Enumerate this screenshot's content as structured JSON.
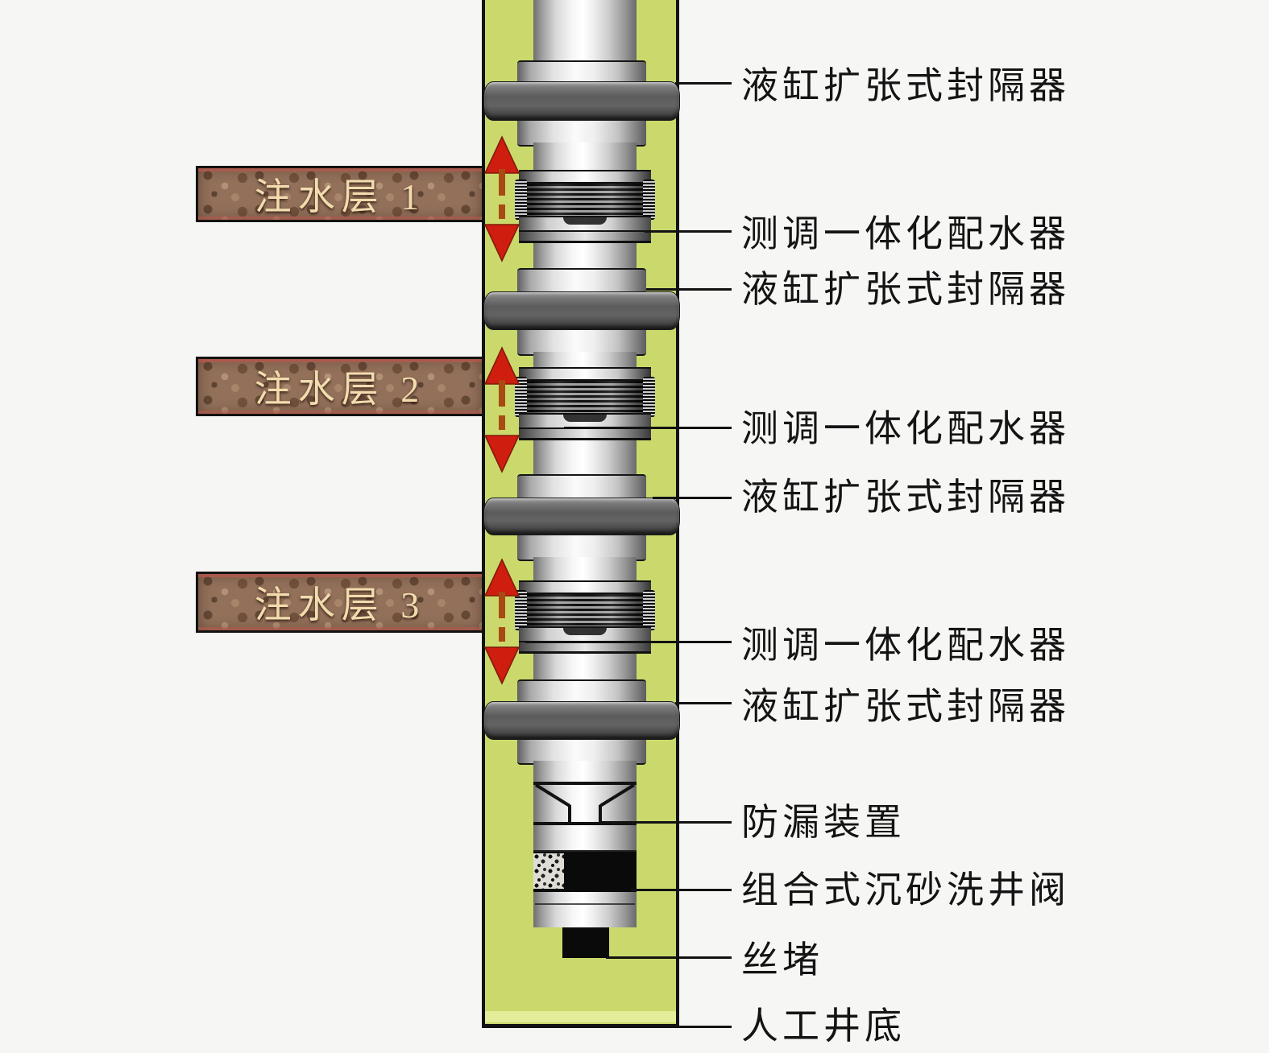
{
  "annotations": {
    "right": [
      {
        "text": "液缸扩张式封隔器"
      },
      {
        "text": "测调一体化配水器"
      },
      {
        "text": "液缸扩张式封隔器"
      },
      {
        "text": "测调一体化配水器"
      },
      {
        "text": "液缸扩张式封隔器"
      },
      {
        "text": "测调一体化配水器"
      },
      {
        "text": "液缸扩张式封隔器"
      },
      {
        "text": "防漏装置"
      },
      {
        "text": "组合式沉砂洗井阀"
      },
      {
        "text": "丝堵"
      },
      {
        "text": "人工井底"
      }
    ],
    "layers": [
      {
        "text": "注水层 1"
      },
      {
        "text": "注水层 2"
      },
      {
        "text": "注水层 3"
      }
    ]
  },
  "colors": {
    "background": "#f6f6f4",
    "wellbore_green": "#cbd96c",
    "layer_brown": "#92705a",
    "layer_text": "#f2dcae",
    "arrow_head_red": "#cf1d10",
    "arrow_stem": "#a84a12",
    "packer_gray": "#5c5c5c",
    "line_black": "#121212"
  }
}
